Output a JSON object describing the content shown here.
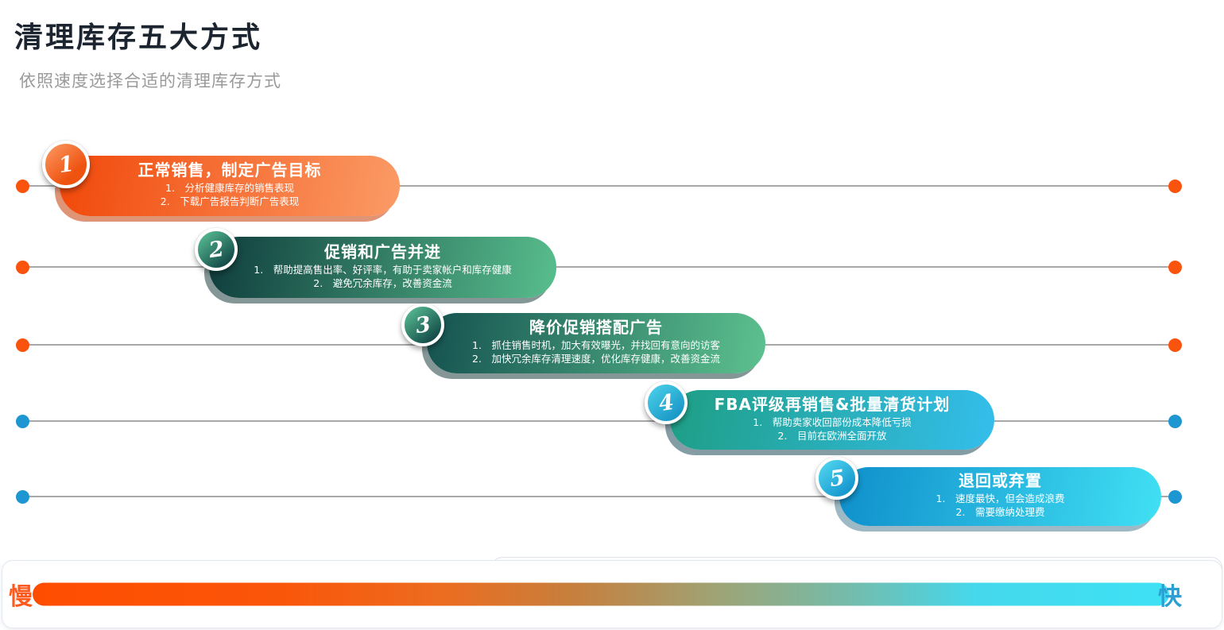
{
  "header": {
    "title": "清理库存五大方式",
    "subtitle": "依照速度选择合适的清理库存方式"
  },
  "rows": [
    {
      "number": "1",
      "title": "正常销售，制定广告目标",
      "points": [
        "分析健康库存的销售表现",
        "下载广告报告判断广告表现"
      ]
    },
    {
      "number": "2",
      "title": "促销和广告并进",
      "points": [
        "帮助提高售出率、好评率，有助于卖家帐户和库存健康",
        "避免冗余库存，改善资金流"
      ]
    },
    {
      "number": "3",
      "title": "降价促销搭配广告",
      "points": [
        "抓住销售时机，加大有效曝光，并找回有意向的访客",
        "加快冗余库存清理速度，优化库存健康，改善资金流"
      ]
    },
    {
      "number": "4",
      "title": "FBA评级再销售&批量清货计划",
      "points": [
        "帮助卖家收回部份成本降低亏损",
        "目前在欧洲全面开放"
      ]
    },
    {
      "number": "5",
      "title": "退回或弃置",
      "points": [
        "速度最快，但会造成浪费",
        "需要缴纳处理费"
      ]
    }
  ],
  "scale": {
    "slow_label": "慢",
    "fast_label": "快"
  },
  "colors": {
    "accent_orange": "#F9530E",
    "accent_blue": "#1E96D2",
    "connector_gray": "#A8A8A8",
    "scale_gradient_start": "#FF4D00",
    "scale_gradient_end": "#3EE1F4"
  }
}
